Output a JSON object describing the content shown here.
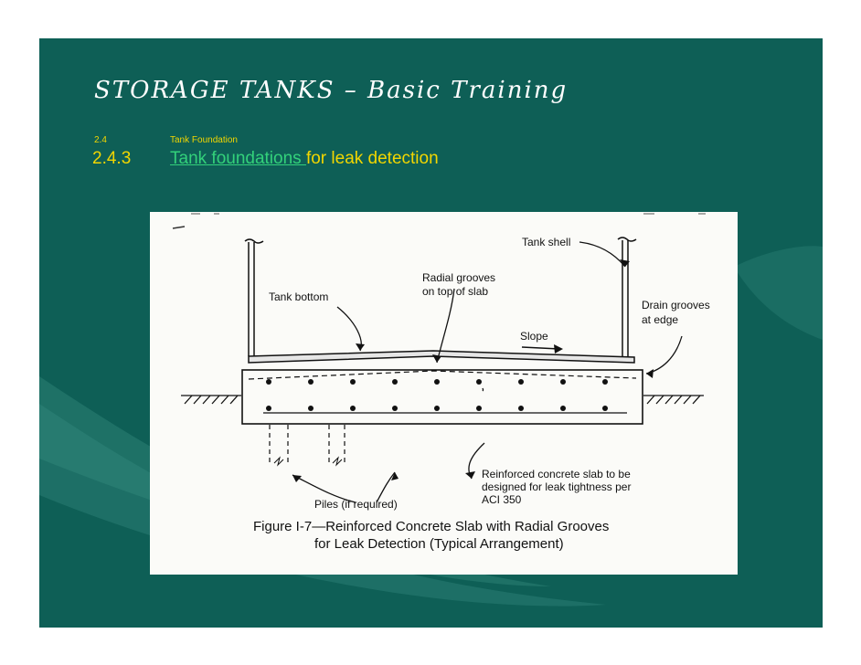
{
  "slide": {
    "title": "STORAGE TANKS – Basic Training",
    "section_number_small": "2.4",
    "section_title_small": "Tank Foundation",
    "section_number": "2.4.3",
    "section_title_link": "Tank foundations ",
    "section_title_rest": "for leak detection"
  },
  "figure": {
    "labels": {
      "tank_shell": "Tank shell",
      "radial_grooves_1": "Radial grooves",
      "radial_grooves_2": "on top of slab",
      "tank_bottom": "Tank bottom",
      "drain_grooves_1": "Drain grooves",
      "drain_grooves_2": "at edge",
      "slope": "Slope",
      "slab_1": "Reinforced concrete slab to be",
      "slab_2": "designed for leak tightness per",
      "slab_3": "ACI 350",
      "piles": "Piles (if required)"
    },
    "caption_line1": "Figure  I-7—Reinforced Concrete Slab with Radial Grooves",
    "caption_line2": "for Leak Detection (Typical Arrangement)"
  },
  "colors": {
    "background": "#0e5f56",
    "title": "#ffffff",
    "section_text": "#f2d600",
    "link": "#33d17a"
  }
}
